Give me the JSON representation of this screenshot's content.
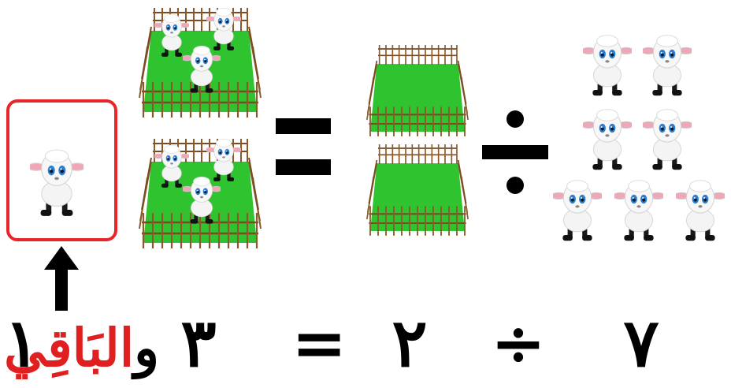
{
  "equation": {
    "dividend": "٧",
    "divide_sign": "÷",
    "divisor": "٢",
    "equals_sign": "=",
    "quotient": "٣",
    "and_word": "و",
    "remainder_word": "البَاقِي",
    "remainder": "١"
  },
  "counts": {
    "sheep_total": 7,
    "pens": 2,
    "sheep_per_pen": 3,
    "sheep_left_over": 1
  },
  "colors": {
    "highlight_box": "#e8262a",
    "remainder_word": "#e02020",
    "grass": "#2fc42f",
    "fence": "#8b5a2b"
  },
  "icons": [
    "sheep-icon",
    "fence-pen-icon",
    "up-arrow-icon"
  ]
}
